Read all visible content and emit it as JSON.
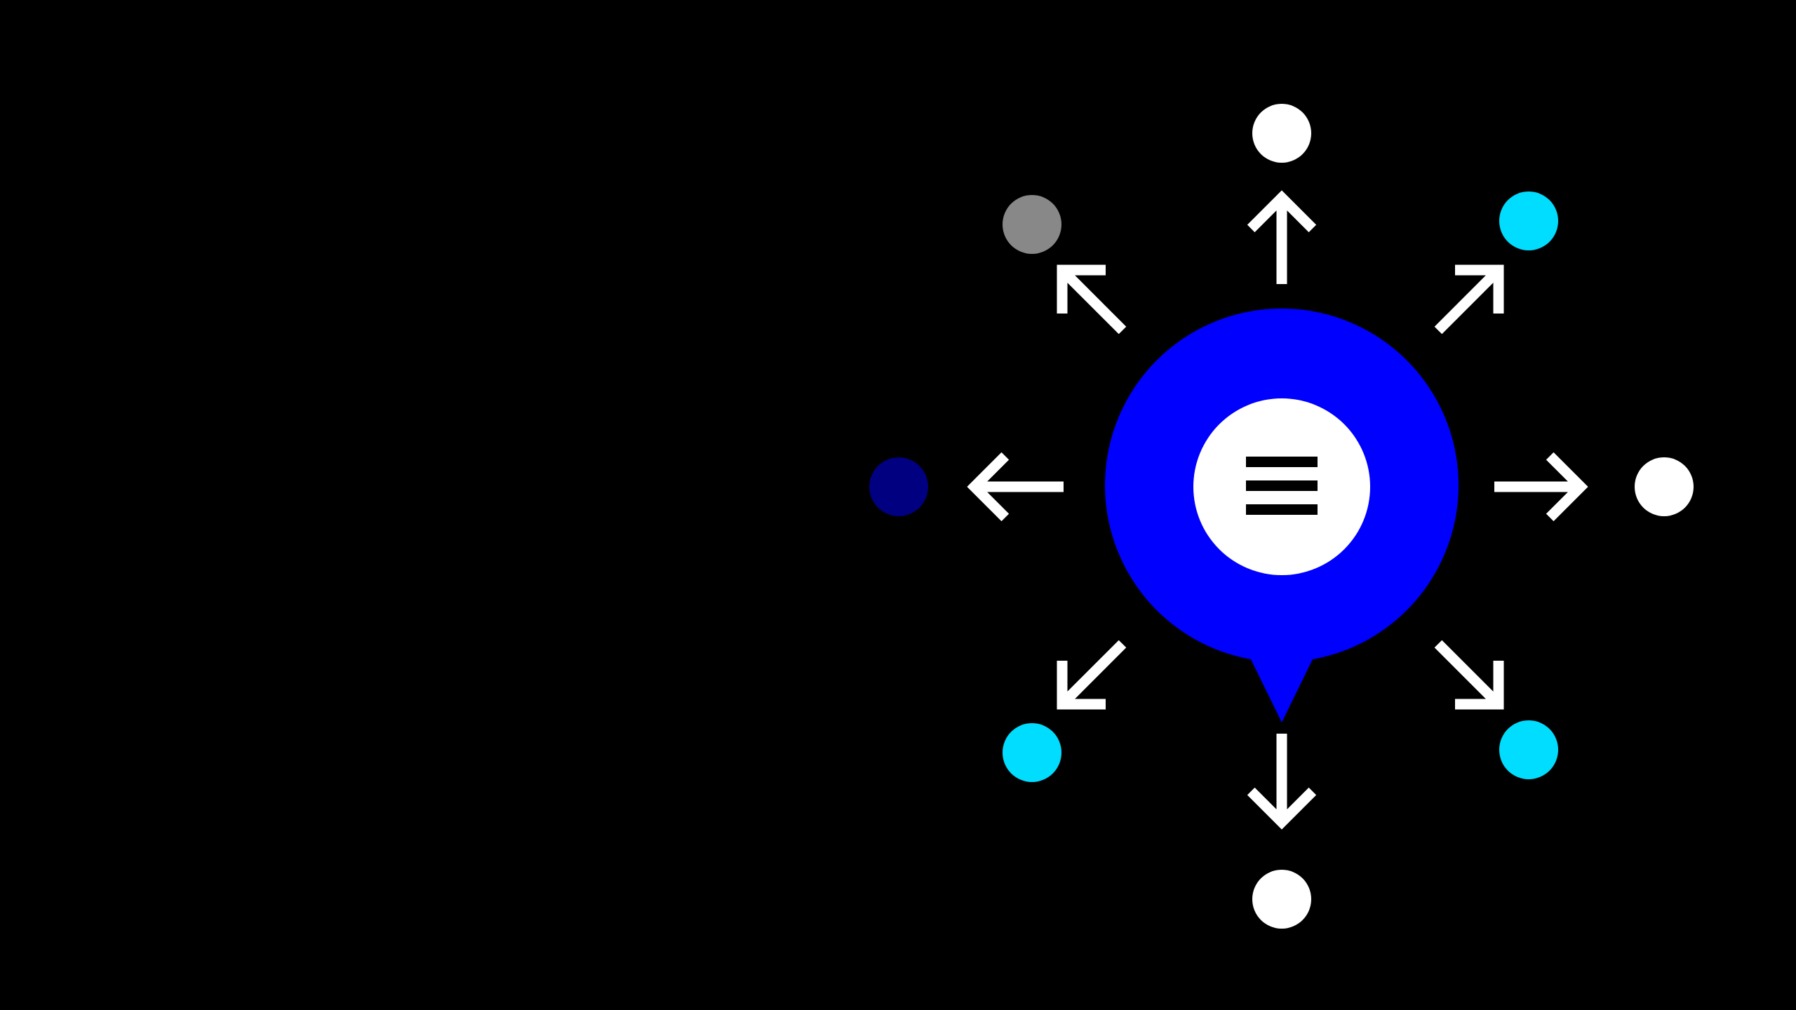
{
  "colors": {
    "background": "#000000",
    "bubble": "#0000FF",
    "center_disc": "#FFFFFF",
    "menu_icon": "#000000",
    "arrow": "#FFFFFF"
  },
  "center": {
    "icon": "hamburger-menu-icon",
    "shape": "speech-bubble"
  },
  "directions": [
    {
      "direction": "n",
      "arrow_icon": "arrow-up-icon",
      "dot_color": "#FFFFFF"
    },
    {
      "direction": "ne",
      "arrow_icon": "arrow-up-right-icon",
      "dot_color": "#00DDFF"
    },
    {
      "direction": "e",
      "arrow_icon": "arrow-right-icon",
      "dot_color": "#FFFFFF"
    },
    {
      "direction": "se",
      "arrow_icon": "arrow-down-right-icon",
      "dot_color": "#00DDFF"
    },
    {
      "direction": "s",
      "arrow_icon": "arrow-down-icon",
      "dot_color": "#FFFFFF"
    },
    {
      "direction": "sw",
      "arrow_icon": "arrow-down-left-icon",
      "dot_color": "#00DDFF"
    },
    {
      "direction": "w",
      "arrow_icon": "arrow-left-icon",
      "dot_color": "#000080"
    },
    {
      "direction": "nw",
      "arrow_icon": "arrow-up-left-icon",
      "dot_color": "#888888"
    }
  ]
}
